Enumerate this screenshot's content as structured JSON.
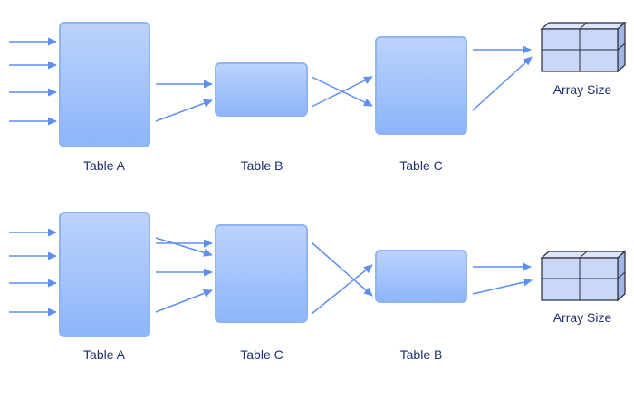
{
  "diagrams": [
    {
      "tables": [
        {
          "label": "Table A"
        },
        {
          "label": "Table B"
        },
        {
          "label": "Table C"
        }
      ],
      "output": {
        "label": "Array Size"
      }
    },
    {
      "tables": [
        {
          "label": "Table A"
        },
        {
          "label": "Table C"
        },
        {
          "label": "Table B"
        }
      ],
      "output": {
        "label": "Array Size"
      }
    }
  ],
  "colors": {
    "box_fill_top": "#bcd3fb",
    "box_fill_bottom": "#8db5fa",
    "box_stroke": "#8fb3f3",
    "arrow": "#5c8ff0",
    "label_text": "#1e2f6e"
  }
}
